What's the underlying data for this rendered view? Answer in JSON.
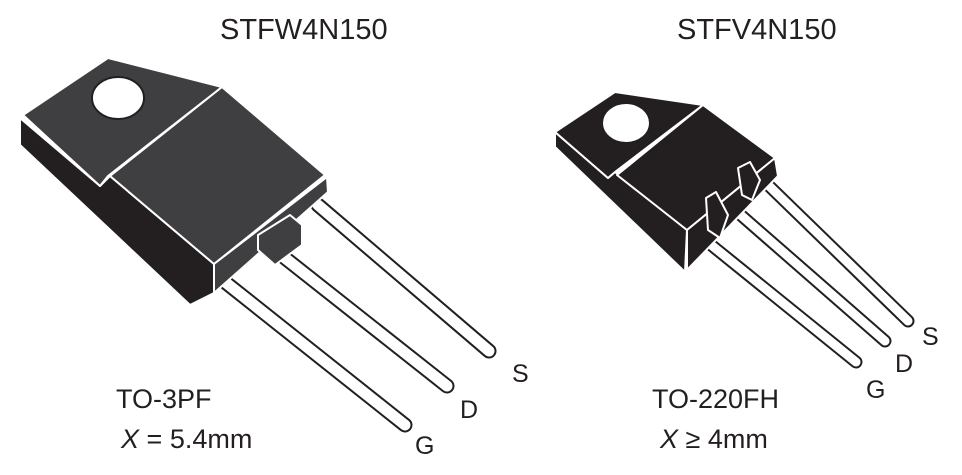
{
  "packages": [
    {
      "part_number": "STFW4N150",
      "package": "TO-3PF",
      "dimension_var": "X",
      "dimension_op": "=",
      "dimension_value": "5.4mm",
      "pins": {
        "g": "G",
        "d": "D",
        "s": "S"
      }
    },
    {
      "part_number": "STFV4N150",
      "package": "TO-220FH",
      "dimension_var": "X",
      "dimension_op": "≥",
      "dimension_value": "4mm",
      "pins": {
        "g": "G",
        "d": "D",
        "s": "S"
      }
    }
  ],
  "colors": {
    "body": "#3f3e40",
    "side": "#231f20",
    "lead": "#ffffff"
  }
}
